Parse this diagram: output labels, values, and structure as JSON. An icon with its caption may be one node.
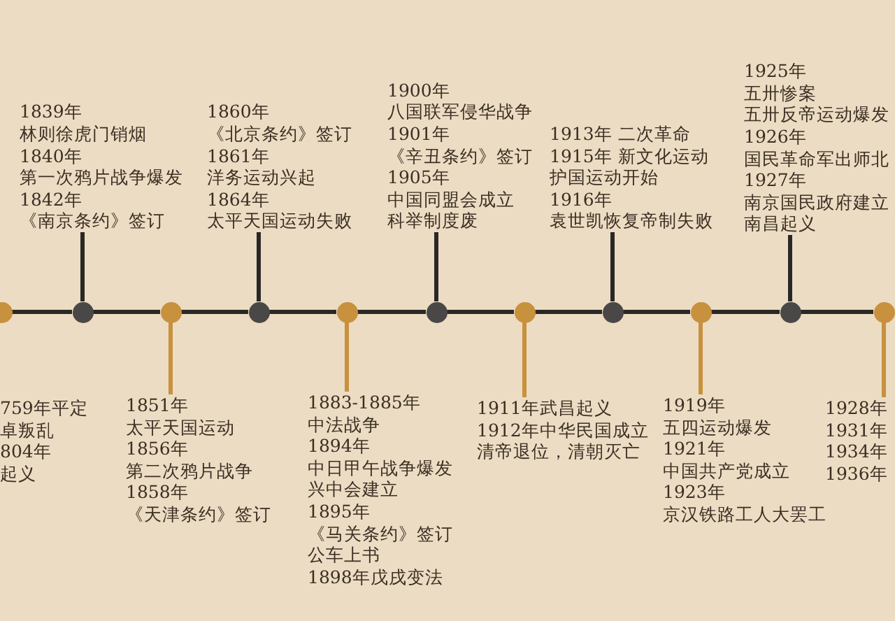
{
  "diagram": {
    "nodes": [
      {
        "text": [],
        "shape": "circle"
      },
      {
        "text": [],
        "shape": "circle"
      },
      {
        "text": [],
        "shape": "circle"
      },
      {
        "text": [],
        "shape": "circle"
      },
      {
        "text": [],
        "shape": "circle"
      },
      {
        "text": [],
        "shape": "circle"
      },
      {
        "text": [],
        "shape": "circle"
      },
      {
        "text": [],
        "shape": "circle"
      },
      {
        "text": [],
        "shape": "circle"
      },
      {
        "text": [],
        "shape": "circle"
      },
      {
        "text": [],
        "shape": "circle"
      },
      {
        "text": [
          "1839年",
          "林则徐虎门销烟",
          "1840年",
          "第一次鸦片战争爆发",
          "1842年",
          "《南京条约》签订"
        ]
      },
      {
        "text": [
          "1860年",
          "《北京条约》签订",
          "1861年",
          "洋务运动兴起",
          "1864年",
          "太平天国运动失败"
        ]
      },
      {
        "text": [
          "1900年",
          "八国联军侵华战争",
          "1901年",
          "《辛丑条约》签订",
          "1905年",
          "中国同盟会成立",
          "科举制度废"
        ]
      },
      {
        "text": [
          "1913年 二次革命",
          "1915年 新文化运动",
          "护国运动开始",
          "1916年",
          "袁世凯恢复帝制失败"
        ]
      },
      {
        "text": [
          "1925年",
          "五卅惨案",
          "五卅反帝运动爆发",
          "1926年",
          "国民革命军出师北",
          "1927年",
          "南京国民政府建立",
          "南昌起义"
        ]
      },
      {
        "text": [
          "759年平定",
          "卓叛乱",
          "804年",
          "起义"
        ]
      },
      {
        "text": [
          "1851年",
          "太平天国运动",
          "1856年",
          "第二次鸦片战争",
          "1858年",
          "《天津条约》签订"
        ]
      },
      {
        "text": [
          "1883-1885年",
          "中法战争",
          "1894年",
          "中日甲午战争爆发",
          "兴中会建立",
          "1895年",
          "《马关条约》签订",
          "公车上书",
          "1898年戊戌变法"
        ]
      },
      {
        "text": [
          "1911年武昌起义",
          "1912年中华民国成立",
          "清帝退位，清朝灭亡"
        ]
      },
      {
        "text": [
          "1919年",
          "五四运动爆发",
          "1921年",
          "中国共产党成立",
          "1923年",
          "京汉铁路工人大罢工"
        ]
      },
      {
        "text": [
          "1928年",
          "1931年",
          "1934年",
          "1936年"
        ]
      }
    ],
    "edges": [
      {
        "from": 0,
        "to": 1,
        "arrow": "none"
      },
      {
        "from": 1,
        "to": 2,
        "arrow": "none"
      },
      {
        "from": 2,
        "to": 3,
        "arrow": "none"
      },
      {
        "from": 3,
        "to": 4,
        "arrow": "none"
      },
      {
        "from": 4,
        "to": 5,
        "arrow": "none"
      },
      {
        "from": 5,
        "to": 6,
        "arrow": "none"
      },
      {
        "from": 6,
        "to": 7,
        "arrow": "none"
      },
      {
        "from": 7,
        "to": 8,
        "arrow": "none"
      },
      {
        "from": 8,
        "to": 9,
        "arrow": "none"
      },
      {
        "from": 9,
        "to": 10,
        "arrow": "none"
      },
      {
        "from": 11,
        "to": 1,
        "arrow": "none"
      },
      {
        "from": 12,
        "to": 3,
        "arrow": "none"
      },
      {
        "from": 13,
        "to": 5,
        "arrow": "none"
      },
      {
        "from": 14,
        "to": 7,
        "arrow": "none"
      },
      {
        "from": 15,
        "to": 9,
        "arrow": "none"
      },
      {
        "from": 17,
        "to": 2,
        "arrow": "none",
        "color": "#c8913e"
      },
      {
        "from": 18,
        "to": 4,
        "arrow": "none",
        "color": "#c8913e"
      },
      {
        "from": 19,
        "to": 6,
        "arrow": "none",
        "color": "#c8913e"
      },
      {
        "from": 20,
        "to": 8,
        "arrow": "none",
        "color": "#c8913e"
      },
      {
        "from": 21,
        "to": 10,
        "arrow": "none",
        "color": "#c8913e"
      }
    ]
  }
}
